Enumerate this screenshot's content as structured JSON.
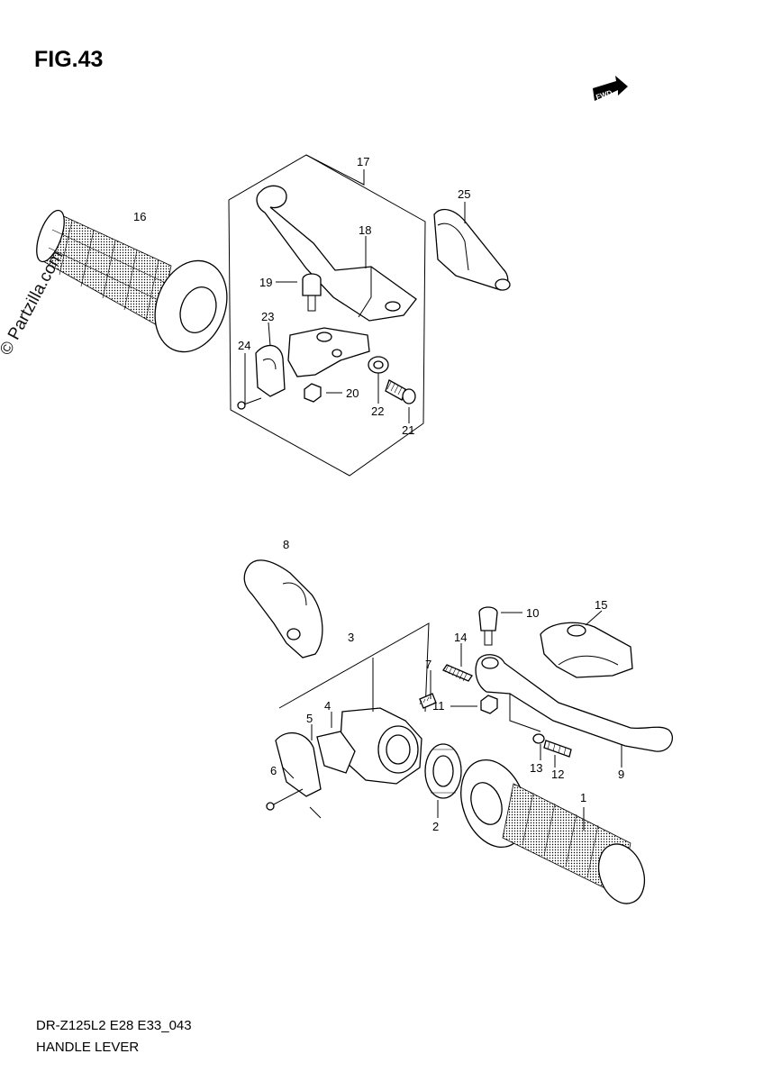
{
  "figure": "FIG.43",
  "direction_badge": "FWD",
  "watermark": "© Partzilla.com",
  "footer": {
    "model_code": "DR-Z125L2 E28 E33_043",
    "section": "HANDLE LEVER"
  },
  "callouts": {
    "c1": "1",
    "c2": "2",
    "c3": "3",
    "c4": "4",
    "c5": "5",
    "c6": "6",
    "c7": "7",
    "c8": "8",
    "c9": "9",
    "c10": "10",
    "c11": "11",
    "c12": "12",
    "c13": "13",
    "c14": "14",
    "c15": "15",
    "c16": "16",
    "c17": "17",
    "c18": "18",
    "c19": "19",
    "c20": "20",
    "c21": "21",
    "c22": "22",
    "c23": "23",
    "c24": "24",
    "c25": "25"
  },
  "icons": {
    "direction": "fwd-arrow-icon"
  }
}
